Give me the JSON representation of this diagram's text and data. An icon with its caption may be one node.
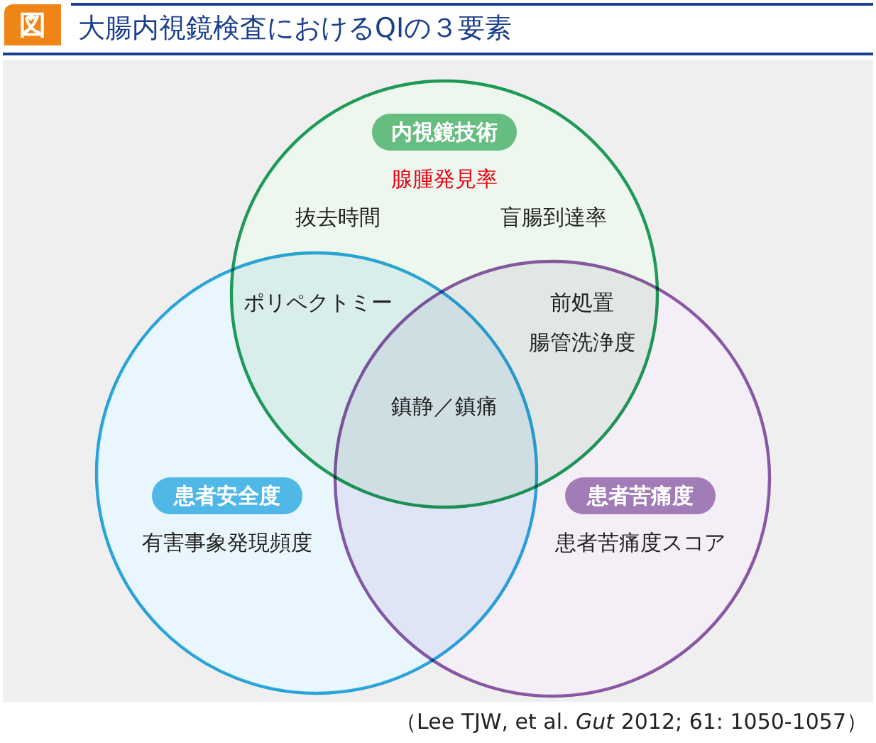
{
  "diagram": {
    "title": "大腸内視鏡検査におけるQIの３要素",
    "caption": "（Lee TJW, et al. *Gut* 2012; 61: 1050-1057）",
    "nodes": [
      {
        "text": [],
        "shape": "circle"
      },
      {
        "text": [
          "内視鏡技術"
        ],
        "in": 0
      },
      {
        "text": [],
        "shape": "circle"
      },
      {
        "text": [
          "患者安全度"
        ],
        "in": 2
      },
      {
        "text": [],
        "shape": "circle"
      },
      {
        "text": [
          "患者苦痛度"
        ],
        "in": 4
      }
    ],
    "labels": [
      "図",
      "腺腫発見率",
      "抜去時間",
      "盲腸到達率",
      "ポリペクトミー",
      "前処置",
      "腸管洗浄度",
      "鎮静／鎮痛",
      "有害事象発現頻度",
      "患者苦痛度スコア"
    ]
  }
}
